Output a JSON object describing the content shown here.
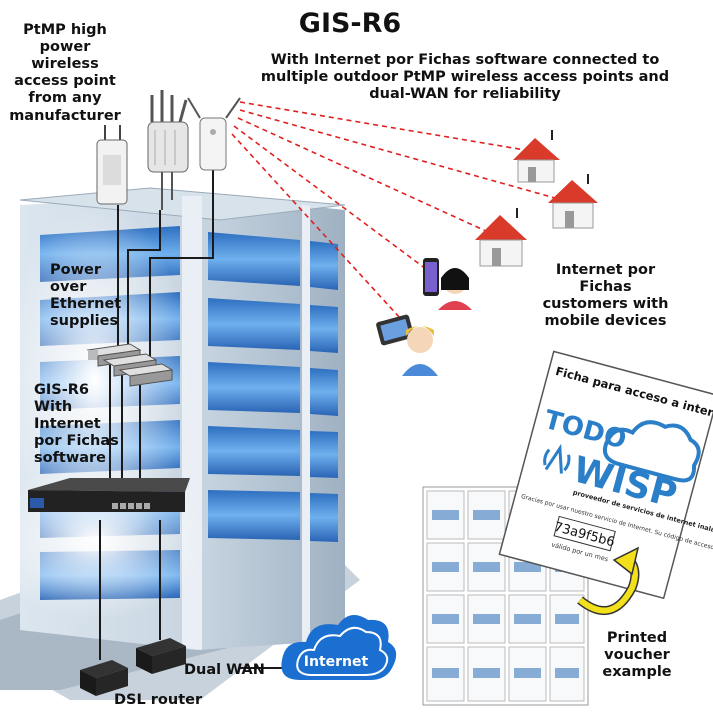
{
  "title": "GIS-R6",
  "subtitle": "With Internet por Fichas software connected to multiple outdoor PtMP wireless access points and dual-WAN for reliability",
  "labels": {
    "ap": "PtMP high power wireless access point from any manufacturer",
    "poe": "Power over Ethernet supplies",
    "gis": "GIS-R6 With Internet por Fichas software",
    "customers": "Internet por Fichas customers with mobile devices",
    "voucher": "Printed voucher example",
    "dual_wan": "Dual WAN",
    "dsl": "DSL router",
    "internet": "Internet"
  },
  "voucher": {
    "heading": "Ficha para acceso a internet",
    "brand_top": "TODO",
    "brand_main": "WISP",
    "brand_tag": "proveedor de servicios de internet inalámbrico",
    "thanks": "Gracias por usar nuestro servicio de Internet. Su código de acceso es",
    "code": "73a9f5b6",
    "validity": "válido por un mes"
  },
  "colors": {
    "link_red": "#e02020",
    "building_blue": "#3a86d8",
    "cloud_blue": "#1a6fd0",
    "house_red": "#d93a2a",
    "arrow_yellow": "#f2e01a"
  }
}
